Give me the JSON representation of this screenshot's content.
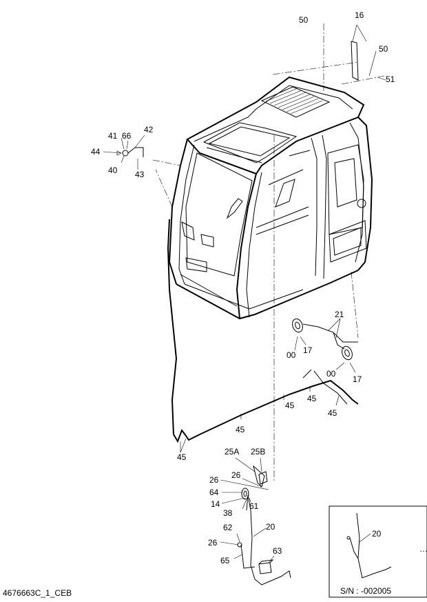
{
  "drawing_code": "4676663C_1_CEB",
  "inset": {
    "serial": "S/N : -002005",
    "part_label": "20"
  },
  "part_labels": {
    "p50a": "50",
    "p16": "16",
    "p50b": "50",
    "p51": "51",
    "p41": "41",
    "p66": "66",
    "p42": "42",
    "p44": "44",
    "p40": "40",
    "p43": "43",
    "p21": "21",
    "p17a": "17",
    "p00a": "00",
    "p00b": "00",
    "p17b": "17",
    "p45a": "45",
    "p45b": "45",
    "p45c": "45",
    "p45d": "45",
    "p45e": "45",
    "p25A": "25A",
    "p25B": "25B",
    "p26a": "26",
    "p26b": "26",
    "p64": "64",
    "p14": "14",
    "p38": "38",
    "p61": "61",
    "p20": "20",
    "p62": "62",
    "p26c": "26",
    "p65": "65",
    "p63": "63"
  }
}
